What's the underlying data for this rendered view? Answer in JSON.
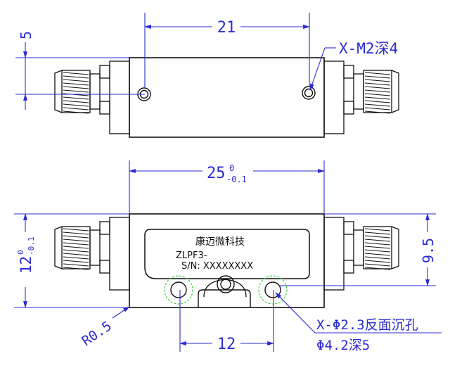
{
  "colors": {
    "outline": "#111111",
    "dimension": "#2b2bd6",
    "highlight": "#33cc33",
    "background": "#ffffff"
  },
  "top_view": {
    "dim_width": "21",
    "dim_offset": "5",
    "callout_thread": "X-M2深4"
  },
  "front_view": {
    "dim_length": "25",
    "dim_length_tol_upper": "0",
    "dim_length_tol_lower": "-0.1",
    "dim_height": "12",
    "dim_height_tol_upper": "0",
    "dim_height_tol_lower": "-0.1",
    "dim_right": "9.5",
    "dim_hole_spacing": "12",
    "dim_radius": "R0.5",
    "callout_hole_line1": "X-Φ2.3反面沉孔",
    "callout_hole_line2": "Φ4.2深5",
    "label_company": "康迈微科技",
    "label_model": "ZLPF3-",
    "label_serial": "S/N: XXXXXXXX"
  }
}
